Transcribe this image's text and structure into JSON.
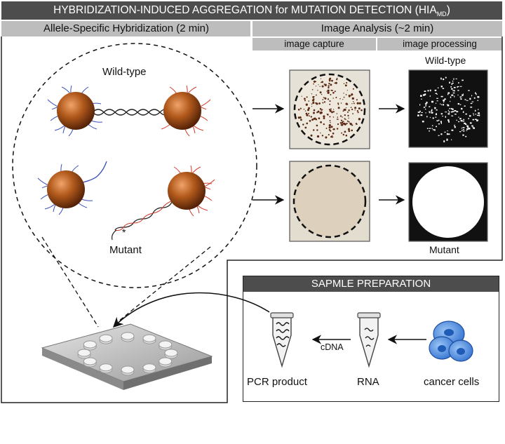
{
  "title": {
    "main": "HYBRIDIZATION-INDUCED AGGREGATION for MUTATION DETECTION (HIA",
    "subscript": "MD",
    "close": ")"
  },
  "sections": {
    "hybridization": "Allele-Specific Hybridization (2 min)",
    "analysis": "Image Analysis (~2 min)",
    "capture": "image capture",
    "processing": "image processing"
  },
  "labels": {
    "wildtype_inset": "Wild-type",
    "mutant_inset": "Mutant",
    "wildtype_result": "Wild-type",
    "mutant_result": "Mutant"
  },
  "sample_prep": {
    "title": "SAPMLE PREPARATION",
    "pcr": "PCR product",
    "rna": "RNA",
    "cells": "cancer cells",
    "cdna": "cDNA"
  },
  "colors": {
    "header_dark": "#4d4d4d",
    "header_grey": "#bdbdbd",
    "particle": "#9a4a14",
    "strand_blue": "#3a4fb8",
    "strand_red": "#d23a2a",
    "cell_blue": "#3f7fd6"
  }
}
